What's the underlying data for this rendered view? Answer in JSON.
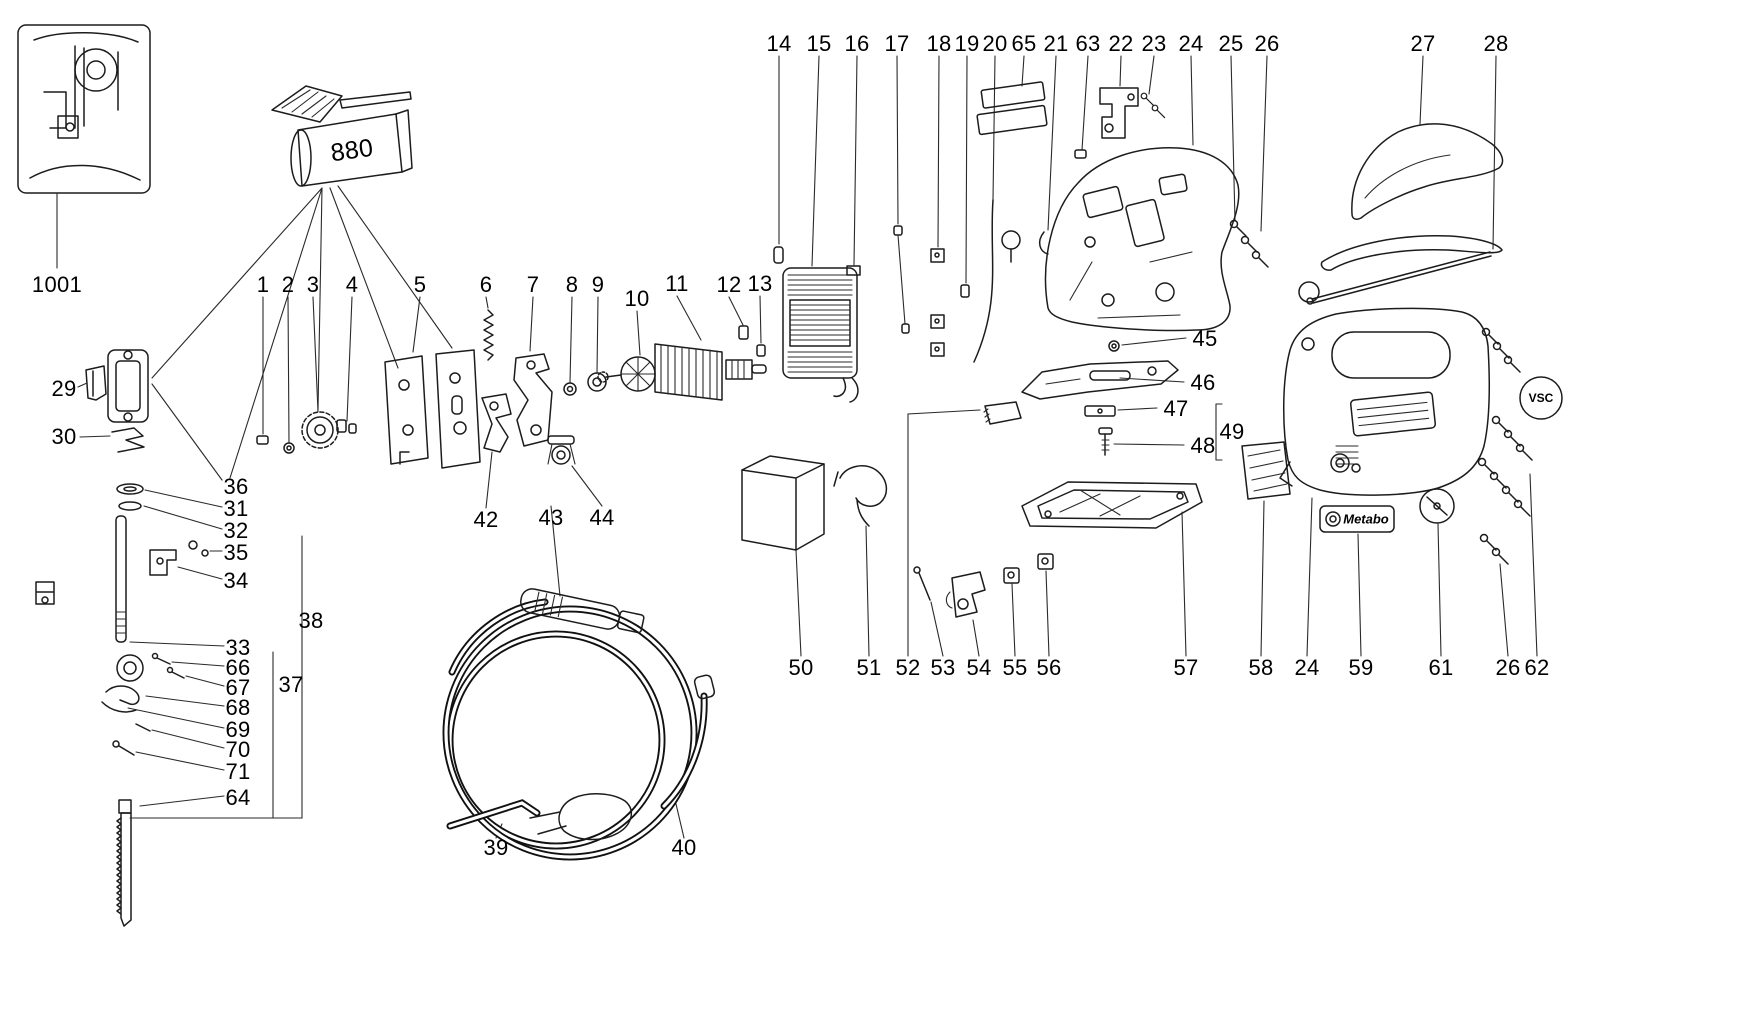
{
  "diagram": {
    "type": "exploded-parts-diagram",
    "subject": "jigsaw power tool",
    "tube": {
      "text": "880"
    },
    "badges": {
      "brand": "Metabo",
      "electronics": "VSC"
    },
    "callouts": {
      "n1001": "1001",
      "n1": "1",
      "n2": "2",
      "n3": "3",
      "n4": "4",
      "n5": "5",
      "n6": "6",
      "n7": "7",
      "n8": "8",
      "n9": "9",
      "n10": "10",
      "n11": "11",
      "n12": "12",
      "n13": "13",
      "n14": "14",
      "n15": "15",
      "n16": "16",
      "n17": "17",
      "n18": "18",
      "n19": "19",
      "n20": "20",
      "n21": "21",
      "n22": "22",
      "n23": "23",
      "n24": "24",
      "n24b": "24",
      "n25": "25",
      "n26": "26",
      "n26b": "26",
      "n27": "27",
      "n28": "28",
      "n29": "29",
      "n30": "30",
      "n31": "31",
      "n32": "32",
      "n33": "33",
      "n34": "34",
      "n35": "35",
      "n36": "36",
      "n37": "37",
      "n38": "38",
      "n39": "39",
      "n40": "40",
      "n42": "42",
      "n43": "43",
      "n44": "44",
      "n45": "45",
      "n46": "46",
      "n47": "47",
      "n48": "48",
      "n49": "49",
      "n50": "50",
      "n51": "51",
      "n52": "52",
      "n53": "53",
      "n54": "54",
      "n55": "55",
      "n56": "56",
      "n57": "57",
      "n58": "58",
      "n59": "59",
      "n61": "61",
      "n62": "62",
      "n63": "63",
      "n64": "64",
      "n65": "65",
      "n66": "66",
      "n67": "67",
      "n68": "68",
      "n69": "69",
      "n70": "70",
      "n71": "71"
    }
  }
}
